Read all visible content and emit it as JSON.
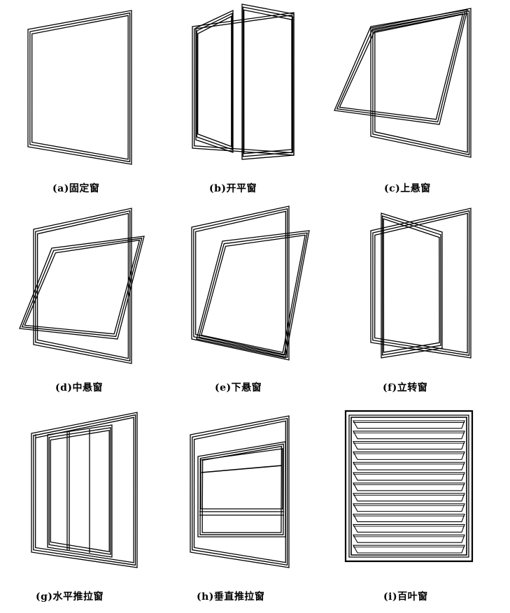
{
  "captions": {
    "a": "(a)固定窗",
    "b": "(b)开平窗",
    "c": "(c)上悬窗",
    "d": "(d)中悬窗",
    "e": "(e)下悬窗",
    "f": "(f)立转窗",
    "g": "(g)水平推拉窗",
    "h": "(h)垂直推拉窗",
    "i": "(i)百叶窗"
  }
}
